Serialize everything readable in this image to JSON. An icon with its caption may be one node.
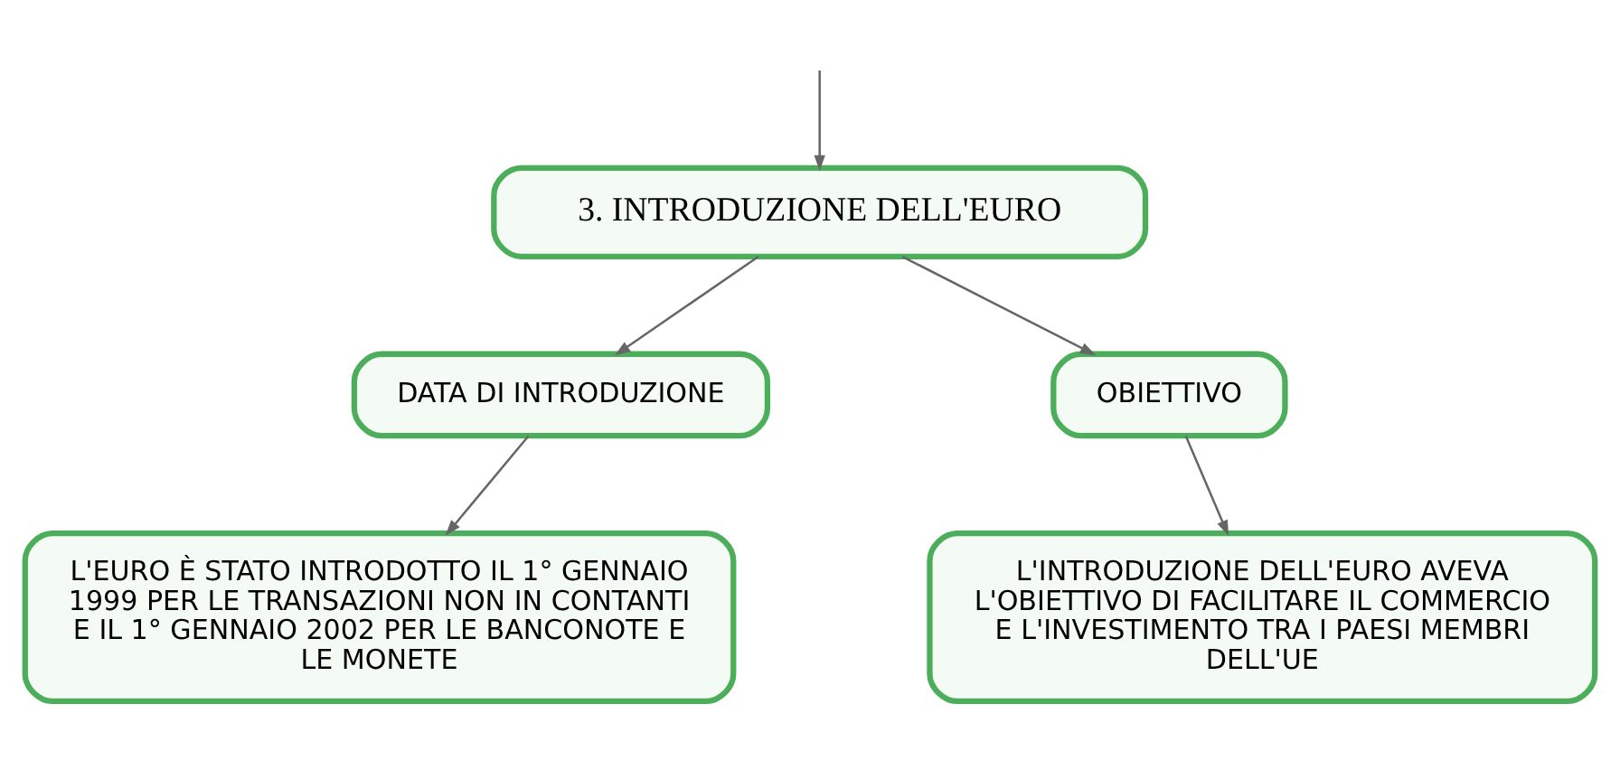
{
  "diagram": {
    "nodes": [
      {
        "text": [
          "3. INTRODUZIONE DELL'EURO"
        ]
      },
      {
        "text": [
          "DATA DI INTRODUZIONE"
        ]
      },
      {
        "text": [
          "OBIETTIVO"
        ]
      },
      {
        "text": [
          "L'EURO È STATO INTRODOTTO IL 1° GENNAIO 1999 PER LE TRANSAZIONI NON IN CONTANTI E IL 1° GENNAIO 2002 PER LE BANCONOTE E LE MONETE"
        ]
      },
      {
        "text": [
          "L'INTRODUZIONE DELL'EURO AVEVA L'OBIETTIVO DI FACILITARE IL COMMERCIO E L'INVESTIMENTO TRA I PAESI MEMBRI DELL'UE"
        ]
      }
    ],
    "edges": [
      {
        "from": null,
        "to": 0,
        "arrow": "to"
      },
      {
        "from": 0,
        "to": 1,
        "arrow": "to"
      },
      {
        "from": 0,
        "to": 2,
        "arrow": "to"
      },
      {
        "from": 1,
        "to": 3,
        "arrow": "to"
      },
      {
        "from": 2,
        "to": 4,
        "arrow": "to"
      }
    ]
  }
}
